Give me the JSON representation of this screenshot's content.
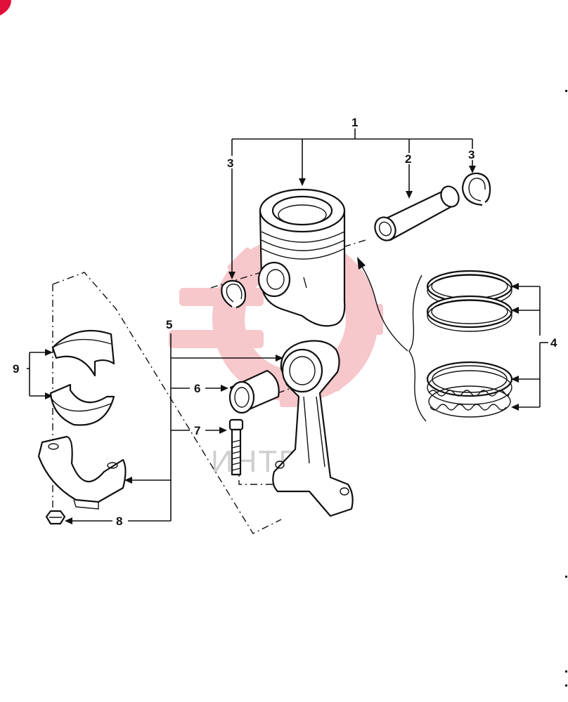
{
  "callouts": {
    "c1": "1",
    "c2": "2",
    "c3a": "3",
    "c3b": "3",
    "c4": "4",
    "c5": "5",
    "c6": "6",
    "c7": "7",
    "c8": "8",
    "c9": "9"
  },
  "watermark": {
    "text": "ИНТЕХ"
  },
  "colors": {
    "line": "#111111",
    "watermark_gear": "#f4b8bc",
    "watermark_text": "#cfcfcf",
    "corner_mark": "#e0103a"
  },
  "icons": {
    "corner": "red-corner-mark",
    "watermark": "gear-watermark-icon"
  }
}
